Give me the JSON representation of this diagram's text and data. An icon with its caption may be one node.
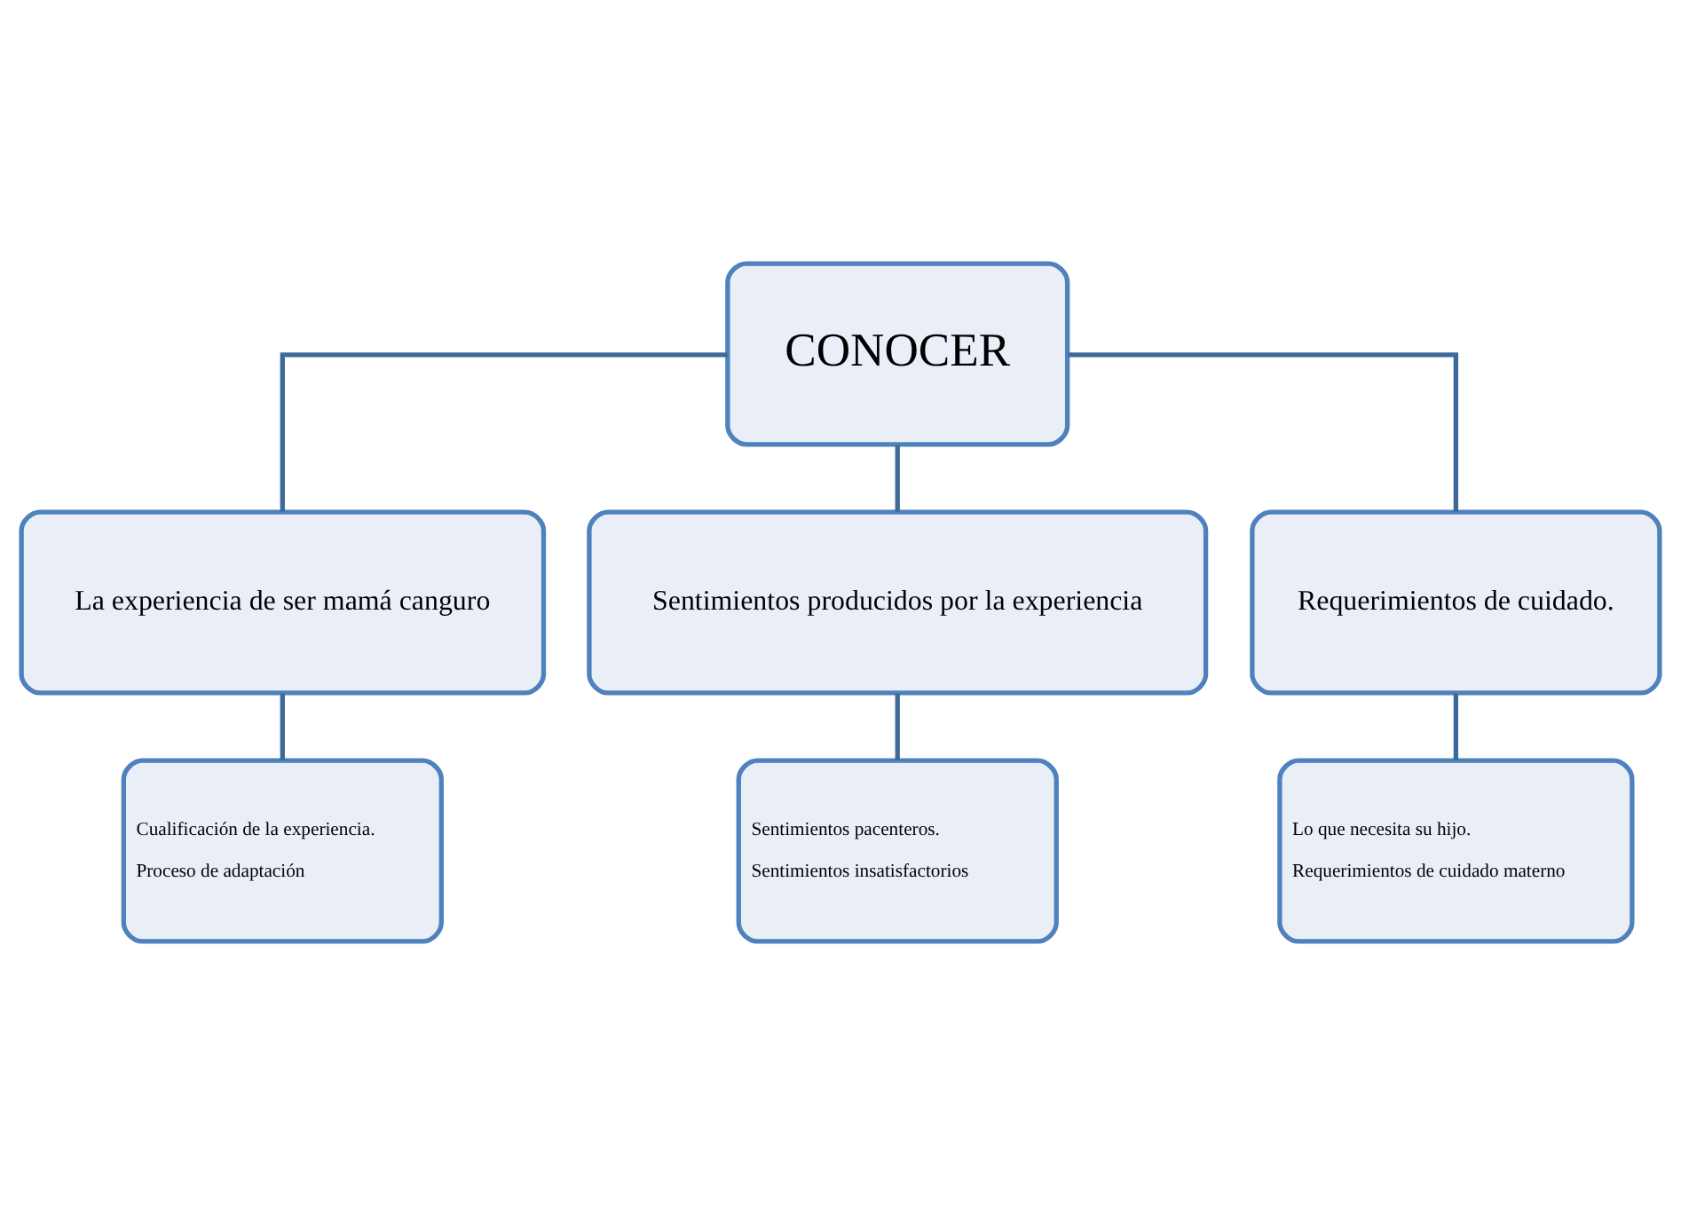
{
  "diagram": {
    "nodes": [
      {
        "text": [
          "CONOCER"
        ]
      },
      {
        "text": [
          "La experiencia de ser mamá canguro"
        ]
      },
      {
        "text": [
          "Sentimientos producidos por la experiencia"
        ]
      },
      {
        "text": [
          "Requerimientos de cuidado."
        ]
      },
      {
        "text": [
          "Cualificación de la experiencia.",
          "Proceso de adaptación"
        ]
      },
      {
        "text": [
          "Sentimientos pacenteros.",
          "Sentimientos insatisfactorios"
        ]
      },
      {
        "text": [
          "Lo que necesita su hijo.",
          "Requerimientos de cuidado materno"
        ]
      }
    ],
    "edges": [
      {
        "from": 0,
        "to": 1,
        "arrow": "none"
      },
      {
        "from": 0,
        "to": 2,
        "arrow": "none"
      },
      {
        "from": 0,
        "to": 3,
        "arrow": "none"
      },
      {
        "from": 1,
        "to": 4,
        "arrow": "none"
      },
      {
        "from": 2,
        "to": 5,
        "arrow": "none"
      },
      {
        "from": 3,
        "to": 6,
        "arrow": "none"
      }
    ]
  }
}
